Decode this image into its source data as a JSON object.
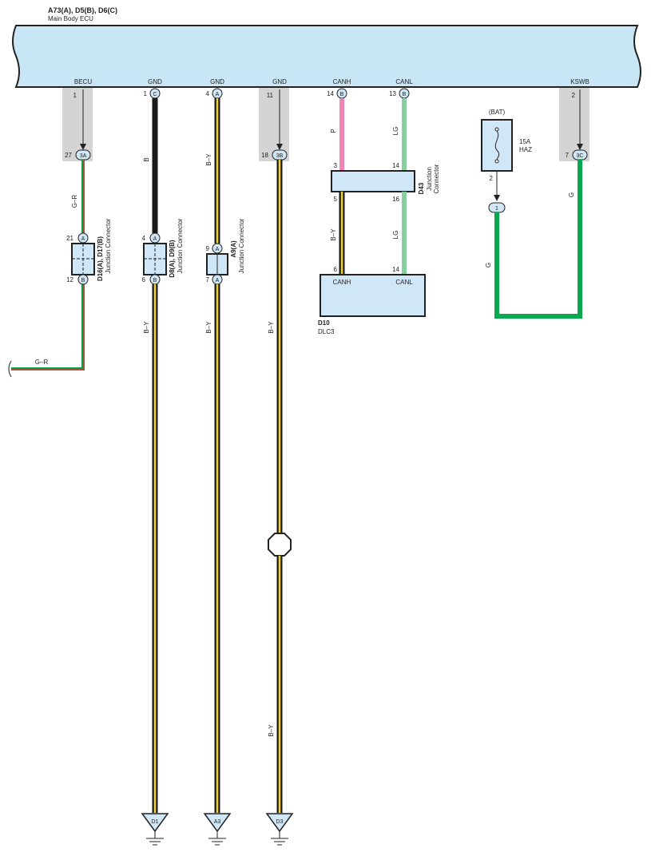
{
  "ecu": {
    "connectors_label": "A73(A), D5(B), D6(C)",
    "name": "Main Body ECU",
    "terminals": [
      {
        "name": "BECU",
        "pin": "1"
      },
      {
        "name": "GND",
        "pin": "1",
        "conn": "C"
      },
      {
        "name": "GND",
        "pin": "4",
        "conn": "A"
      },
      {
        "name": "GND",
        "pin": "11"
      },
      {
        "name": "CANH",
        "pin": "14",
        "conn": "B"
      },
      {
        "name": "CANL",
        "pin": "13",
        "conn": "B"
      },
      {
        "name": "KSWB",
        "pin": "2"
      }
    ]
  },
  "junction_blocks": [
    {
      "pin": "27",
      "conn": "3A"
    },
    {
      "pin": "18",
      "conn": "3B"
    },
    {
      "pin": "7",
      "conn": "3C"
    }
  ],
  "wire_colors": {
    "becu": "G–R",
    "becu_out": "G–R",
    "gnd1": "B",
    "gnd1_out": "B–Y",
    "gnd2": "B–Y",
    "gnd2_out": "B–Y",
    "gnd3": "B–Y",
    "gnd3_low": "B–Y",
    "canh": "P",
    "canl": "LG",
    "canh_low": "B–Y",
    "canl_low": "LG",
    "kswb": "G",
    "fuse_out": "G"
  },
  "junction_connectors": [
    {
      "id": "D16(A), D17(B)",
      "desc": "Junction Connector",
      "pin_top": "21",
      "conn_top": "A",
      "pin_bottom": "12",
      "conn_bottom": "B"
    },
    {
      "id": "D8(A), D9(B)",
      "desc": "Junction Connector",
      "pin_top": "4",
      "conn_top": "A",
      "pin_bottom": "6",
      "conn_bottom": "B"
    },
    {
      "id": "A9(A)",
      "desc": "Junction Connector",
      "pin_top": "9",
      "conn_top": "A",
      "pin_bottom": "7",
      "conn_bottom": "A"
    }
  ],
  "d43": {
    "id": "D43",
    "desc_line1": "Junction",
    "desc_line2": "Connector",
    "pin_tl": "3",
    "pin_tr": "14",
    "pin_bl": "5",
    "pin_br": "16"
  },
  "dlc3": {
    "id": "D10",
    "name": "DLC3",
    "canh": "CANH",
    "canl": "CANL",
    "pin_canh": "6",
    "pin_canl": "14"
  },
  "fuse": {
    "source": "(BAT)",
    "rating": "15A",
    "name": "HAZ",
    "pin_out": "2",
    "conn_out": "1"
  },
  "grounds": [
    "D1",
    "A3",
    "D3"
  ],
  "colors": {
    "ecu_fill": "#c8e6f5",
    "connector_fill": "#cfe7f7",
    "shade": "#d4d4d4",
    "wire_black": "#1a1a1a",
    "wire_yellow": "#f2d21a",
    "wire_green": "#0aa84f",
    "wire_red": "#e0302a",
    "wire_pink": "#ef86b6",
    "wire_lightgreen": "#86cfa0"
  }
}
